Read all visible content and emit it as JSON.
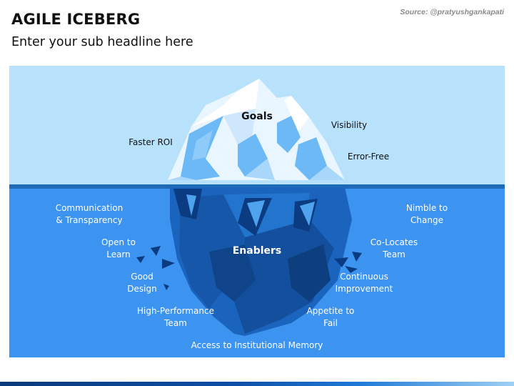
{
  "header": {
    "title": "AGILE ICEBERG",
    "subtitle": "Enter your sub headline here",
    "source": "Source: @pratyushgankapati"
  },
  "colors": {
    "sky": "#b8e1fb",
    "water": "#3d93f0",
    "waterline": "#1d6bb8",
    "ice_light": "#e9f5ff",
    "ice_blue": "#6cb9f6",
    "ice_deep": "#1a5fb4",
    "ice_dark": "#0b3c82"
  },
  "diagram": {
    "above_water": {
      "center": "Goals",
      "labels": [
        "Faster ROI",
        "Visibility",
        "Error-Free"
      ]
    },
    "below_water": {
      "center": "Enablers",
      "labels": [
        "Communication\n& Transparency",
        "Open to\nLearn",
        "Good\nDesign",
        "High-Performance\nTeam",
        "Nimble to\nChange",
        "Co-Locates\nTeam",
        "Continuous\nImprovement",
        "Appetite to\nFail",
        "Access to Institutional Memory"
      ]
    }
  }
}
